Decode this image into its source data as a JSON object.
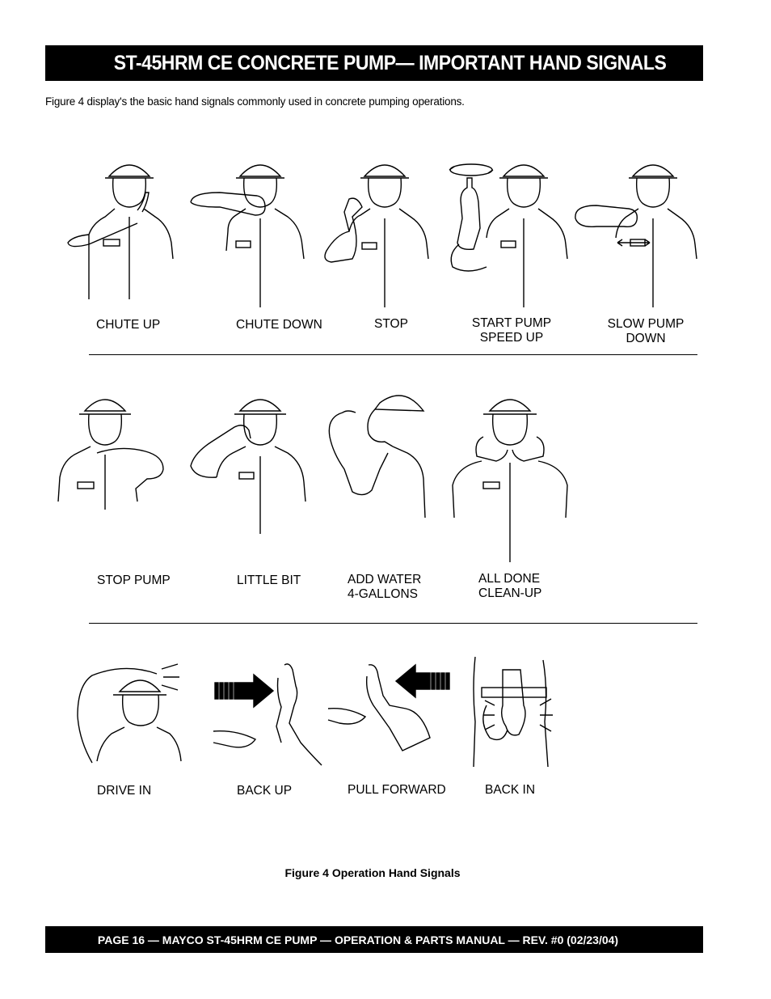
{
  "header": {
    "title": "ST-45HRM CE CONCRETE PUMP— IMPORTANT HAND SIGNALS"
  },
  "intro": "Figure 4 display's the basic hand signals commonly used in concrete pumping operations.",
  "signals": {
    "row1": [
      {
        "line1": "CHUTE UP",
        "line2": ""
      },
      {
        "line1": "CHUTE DOWN",
        "line2": ""
      },
      {
        "line1": "STOP",
        "line2": ""
      },
      {
        "line1": "START PUMP",
        "line2": "SPEED UP"
      },
      {
        "line1": "SLOW PUMP",
        "line2": "DOWN"
      }
    ],
    "row2": [
      {
        "line1": "STOP PUMP",
        "line2": ""
      },
      {
        "line1": "LITTLE BIT",
        "line2": ""
      },
      {
        "line1": "ADD WATER",
        "line2": "4-GALLONS"
      },
      {
        "line1": "ALL DONE",
        "line2": "CLEAN-UP"
      }
    ],
    "row3": [
      {
        "line1": "DRIVE IN",
        "line2": ""
      },
      {
        "line1": "BACK UP",
        "line2": ""
      },
      {
        "line1": "PULL FORWARD",
        "line2": ""
      },
      {
        "line1": "BACK IN",
        "line2": ""
      }
    ]
  },
  "caption": "Figure 4  Operation Hand Signals",
  "footer": "PAGE 16 — MAYCO ST-45HRM CE PUMP — OPERATION & PARTS MANUAL — REV. #0 (02/23/04)"
}
